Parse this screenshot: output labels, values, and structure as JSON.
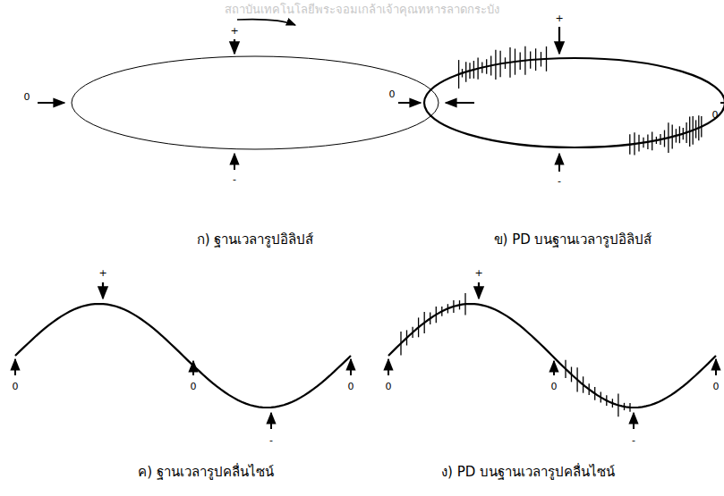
{
  "diagram": {
    "labels": [
      "สถาบันเทคโนโลยีพระจอมเกล้าเจ้าคุณทหารลาดกระบัง",
      "+",
      "0",
      "-",
      "ก) ฐานเวลารูปอิลิปส์",
      "+",
      "0",
      "0",
      "-",
      "ข) PD บนฐานเวลารูปอิลิปส์",
      "+",
      "0",
      "0",
      "0",
      "-",
      "ค) ฐานเวลารูปคลื่นไซน์",
      "+",
      "0",
      "0",
      "0",
      "-",
      "ง) PD บนฐานเวลารูปคลื่นไซน์"
    ]
  }
}
